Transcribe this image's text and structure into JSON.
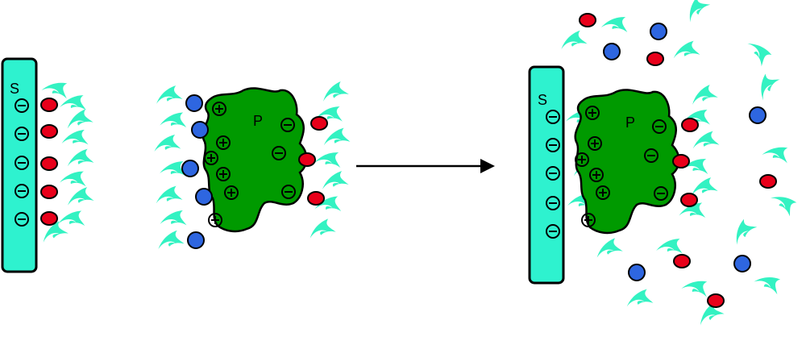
{
  "colors": {
    "surface": "#2ef2cf",
    "protein": "#009a00",
    "cation": "#e8001a",
    "anion": "#2e66e0",
    "water": "#33f2c2",
    "arrow": "#000000"
  },
  "labels": {
    "surface": "S",
    "protein": "P",
    "surface_after": "S",
    "protein_after": "P"
  },
  "charges": {
    "negative": "⊖",
    "positive": "⊕"
  }
}
